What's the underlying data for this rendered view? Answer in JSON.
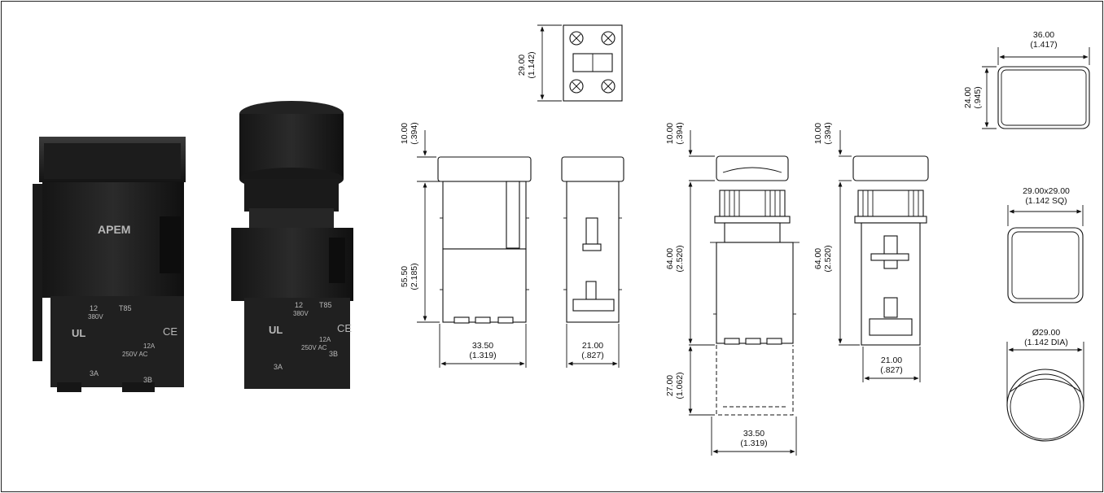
{
  "dimensions": {
    "top_view_height": {
      "mm": "29.00",
      "in": "(1.142)"
    },
    "rect_cap_height": {
      "mm": "10.00",
      "in": "(.394)"
    },
    "rect_body_height": {
      "mm": "55.50",
      "in": "(2.185)"
    },
    "rect_front_width": {
      "mm": "33.50",
      "in": "(1.319)"
    },
    "rect_side_width": {
      "mm": "21.00",
      "in": "(.827)"
    },
    "round_cap_height": {
      "mm": "10.00",
      "in": "(.394)"
    },
    "round_body_height": {
      "mm": "64.00",
      "in": "(2.520)"
    },
    "round_ext_height": {
      "mm": "27.00",
      "in": "(1.062)"
    },
    "round_front_width": {
      "mm": "33.50",
      "in": "(1.319)"
    },
    "round_side_cap_height": {
      "mm": "10.00",
      "in": "(.394)"
    },
    "round_side_body_height": {
      "mm": "64.00",
      "in": "(2.520)"
    },
    "round_side_width": {
      "mm": "21.00",
      "in": "(.827)"
    },
    "lens_rect_width": {
      "mm": "36.00",
      "in": "(1.417)"
    },
    "lens_rect_height": {
      "mm": "24.00",
      "in": "(.945)"
    },
    "lens_square": {
      "mm": "29.00x29.00",
      "in": "(1.142 SQ)"
    },
    "lens_round": {
      "mm": "Ø29.00",
      "in": "(1.142 DIA)"
    }
  },
  "photo_labels": {
    "brand": "APEM",
    "rating_12": "12",
    "rating_380v": "380V",
    "rating_t85": "T85",
    "rating_12a": "12A",
    "rating_250v": "250V AC",
    "ce": "CE",
    "ul": "UL",
    "terminal_3a": "3A",
    "terminal_3b": "3B"
  }
}
